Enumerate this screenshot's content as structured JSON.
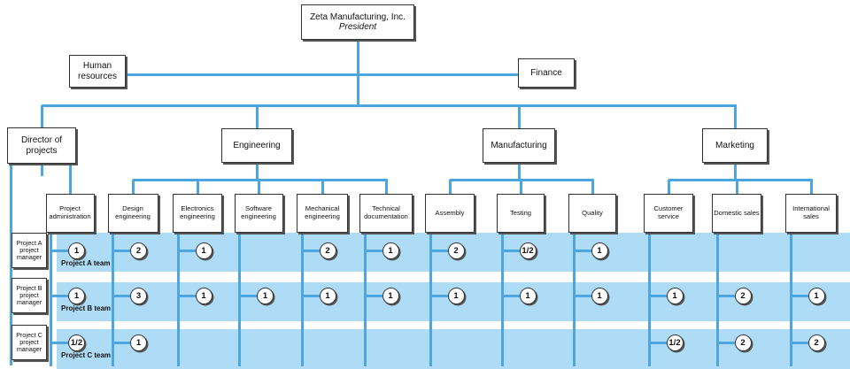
{
  "org": {
    "president": {
      "line1": "Zeta Manufacturing, Inc.",
      "line2": "President"
    },
    "staff_left": "Human resources",
    "staff_right": "Finance",
    "director": "Director of projects",
    "divisions": [
      "Engineering",
      "Manufacturing",
      "Marketing"
    ],
    "project_administration": "Project administration",
    "engineering_units": [
      "Design engineering",
      "Electronics engineering",
      "Software engineering",
      "Mechanical engineering",
      "Technical documentation"
    ],
    "manufacturing_units": [
      "Assembly",
      "Testing",
      "Quality"
    ],
    "marketing_units": [
      "Customer service",
      "Domestic sales",
      "International sales"
    ]
  },
  "projects": [
    {
      "manager": "Project A project manager",
      "team": "Project A team",
      "allocations": [
        "1",
        "2",
        "1",
        "",
        "2",
        "1",
        "2",
        "1/2",
        "1",
        "",
        "",
        ""
      ]
    },
    {
      "manager": "Project B project manager",
      "team": "Project B team",
      "allocations": [
        "1",
        "3",
        "1",
        "1",
        "1",
        "1",
        "1",
        "1",
        "1",
        "1",
        "2",
        "1"
      ]
    },
    {
      "manager": "Project C project manager",
      "team": "Project C team",
      "allocations": [
        "1/2",
        "1",
        "",
        "",
        "",
        "",
        "",
        "",
        "",
        "1/2",
        "2",
        "2"
      ]
    }
  ],
  "colors": {
    "band": "#aedcf7",
    "line": "#4da6df",
    "border": "#333333"
  }
}
